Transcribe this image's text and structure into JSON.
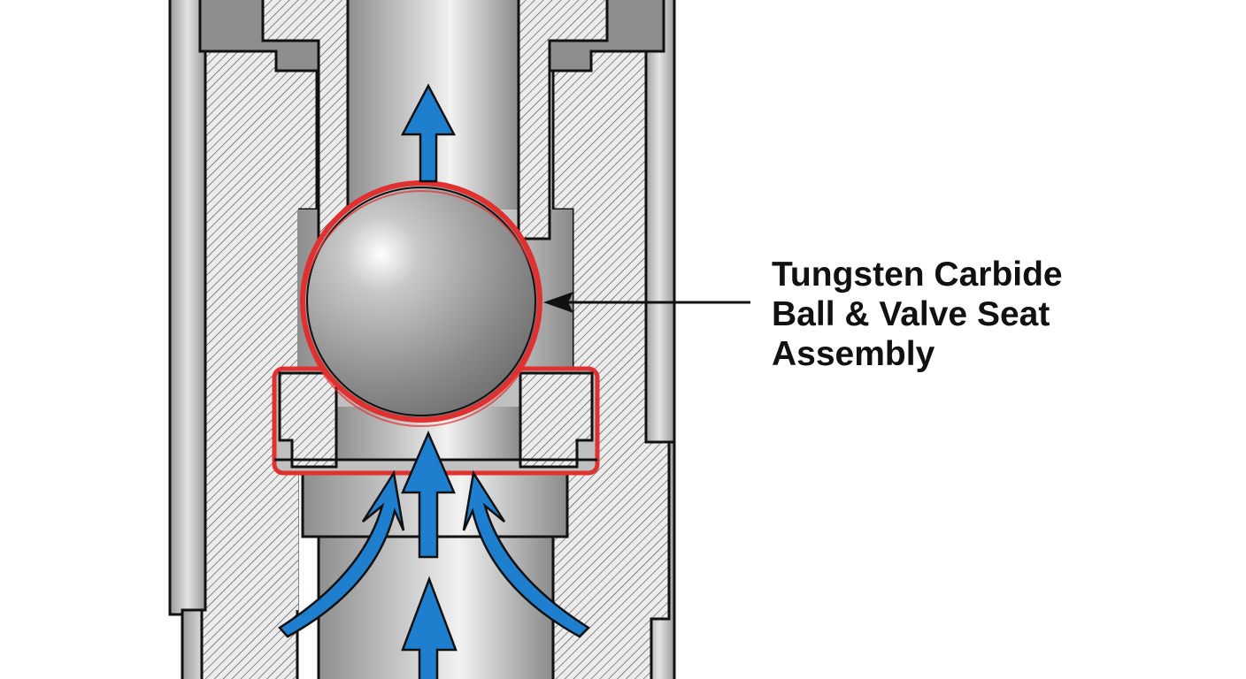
{
  "callout": {
    "lines": [
      "Tungsten Carbide",
      "Ball & Valve Seat",
      "Assembly"
    ]
  },
  "colors": {
    "highlight": "#e03030",
    "flow_arrow": "#1e7fcf",
    "metal": "#b8b8b8",
    "outline": "#111111"
  },
  "icons": [
    "flow-arrow-up",
    "curved-flow-arrow",
    "callout-pointer-arrow"
  ]
}
